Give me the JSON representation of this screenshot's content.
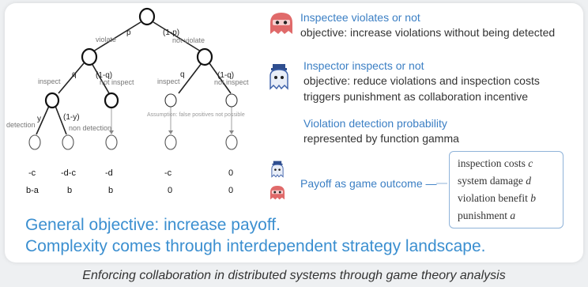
{
  "tree": {
    "branches": {
      "root_left": "violate",
      "root_right": "not violate",
      "root_left_prob": "p",
      "root_right_prob": "(1-p)",
      "inspect_left": "inspect",
      "not_inspect_left": "not inspect",
      "inspect_left_prob": "q",
      "not_inspect_left_prob": "(1-q)",
      "inspect_right": "inspect",
      "not_inspect_right": "not inspect",
      "inspect_right_prob": "q",
      "not_inspect_right_prob": "(1-q)",
      "detection_prob": "y",
      "non_detection_prob": "(1-y)",
      "detection": "detection",
      "non_detection": "non detection",
      "assumption_note": "Assumption: false positives not possible"
    },
    "payoffs": [
      {
        "top": "-c",
        "bottom": "b-a"
      },
      {
        "top": "-d-c",
        "bottom": "b"
      },
      {
        "top": "-d",
        "bottom": "b"
      },
      {
        "top": "-c",
        "bottom": "0"
      },
      {
        "top": "0",
        "bottom": "0"
      }
    ]
  },
  "legend": {
    "inspectee_title": "Inspectee violates or not",
    "inspectee_objective": "objective: increase violations without being detected",
    "inspector_title": "Inspector inspects or not",
    "inspector_objective": "objective: reduce violations and inspection costs",
    "inspector_trigger": "triggers punishment as collaboration incentive",
    "detection_title": "Violation detection probability",
    "detection_desc": "represented by function gamma",
    "payoff_label": "Payoff as game outcome —",
    "payoff_items": [
      {
        "label": "inspection costs",
        "symbol": "c"
      },
      {
        "label": "system damage",
        "symbol": "d"
      },
      {
        "label": "violation benefit",
        "symbol": "b"
      },
      {
        "label": "punishment",
        "symbol": "a"
      }
    ]
  },
  "general_objective": "General objective: increase payoff.",
  "complexity": "Complexity comes through interdependent strategy landscape.",
  "caption": "Enforcing collaboration in distributed systems through game theory analysis",
  "colors": {
    "accent_blue": "#3b8fd0",
    "inspectee_red": "#e06a6a",
    "inspector_blue": "#3a5ea8"
  },
  "icons": [
    "inspectee-ghost-icon",
    "inspector-ghost-icon"
  ]
}
